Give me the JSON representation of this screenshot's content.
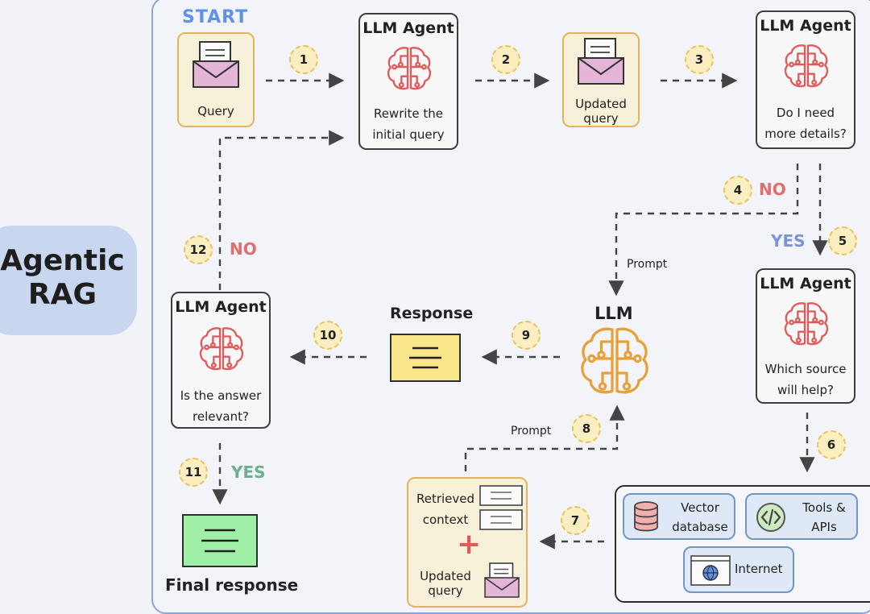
{
  "sidebar": {
    "title_line1": "Agentic",
    "title_line2": "RAG"
  },
  "start": {
    "label": "START"
  },
  "query": {
    "label": "Query"
  },
  "rewrite_agent": {
    "title": "LLM Agent",
    "text_line1": "Rewrite the",
    "text_line2": "initial query"
  },
  "updated_query": {
    "line1": "Updated",
    "line2": "query"
  },
  "details_agent": {
    "title": "LLM Agent",
    "text_line1": "Do I need",
    "text_line2": "more details?"
  },
  "source_agent": {
    "title": "LLM Agent",
    "text_line1": "Which source",
    "text_line2": "will help?"
  },
  "relevance_agent": {
    "title": "LLM Agent",
    "text_line1": "Is the answer",
    "text_line2": "relevant?"
  },
  "llm": {
    "title": "LLM"
  },
  "response": {
    "label": "Response"
  },
  "final_response": {
    "label": "Final response"
  },
  "prompt_labels": {
    "upper": "Prompt",
    "lower": "Prompt"
  },
  "decisions": {
    "no_details": "NO",
    "yes_details": "YES",
    "no_relevant": "NO",
    "yes_relevant": "YES"
  },
  "steps": [
    "1",
    "2",
    "3",
    "4",
    "5",
    "6",
    "7",
    "8",
    "9",
    "10",
    "11",
    "12"
  ],
  "sources": {
    "vector_line1": "Vector",
    "vector_line2": "database",
    "tools_line1": "Tools &",
    "tools_line2": "APIs",
    "internet": "Internet"
  },
  "context_box": {
    "retrieved_line1": "Retrieved",
    "retrieved_line2": "context",
    "plus": "+",
    "updated_line1": "Updated",
    "updated_line2": "query"
  },
  "colors": {
    "panel_border": "#8ea6cf",
    "sidebar_bg": "#c8d6ef",
    "yellow": "#f8f1da",
    "brain_red": "#e05a5a",
    "brain_orange": "#e8a13a",
    "response_fill": "#f9e58a",
    "final_fill": "#9ff0a6",
    "sources_bg": "#dfe8f6"
  }
}
